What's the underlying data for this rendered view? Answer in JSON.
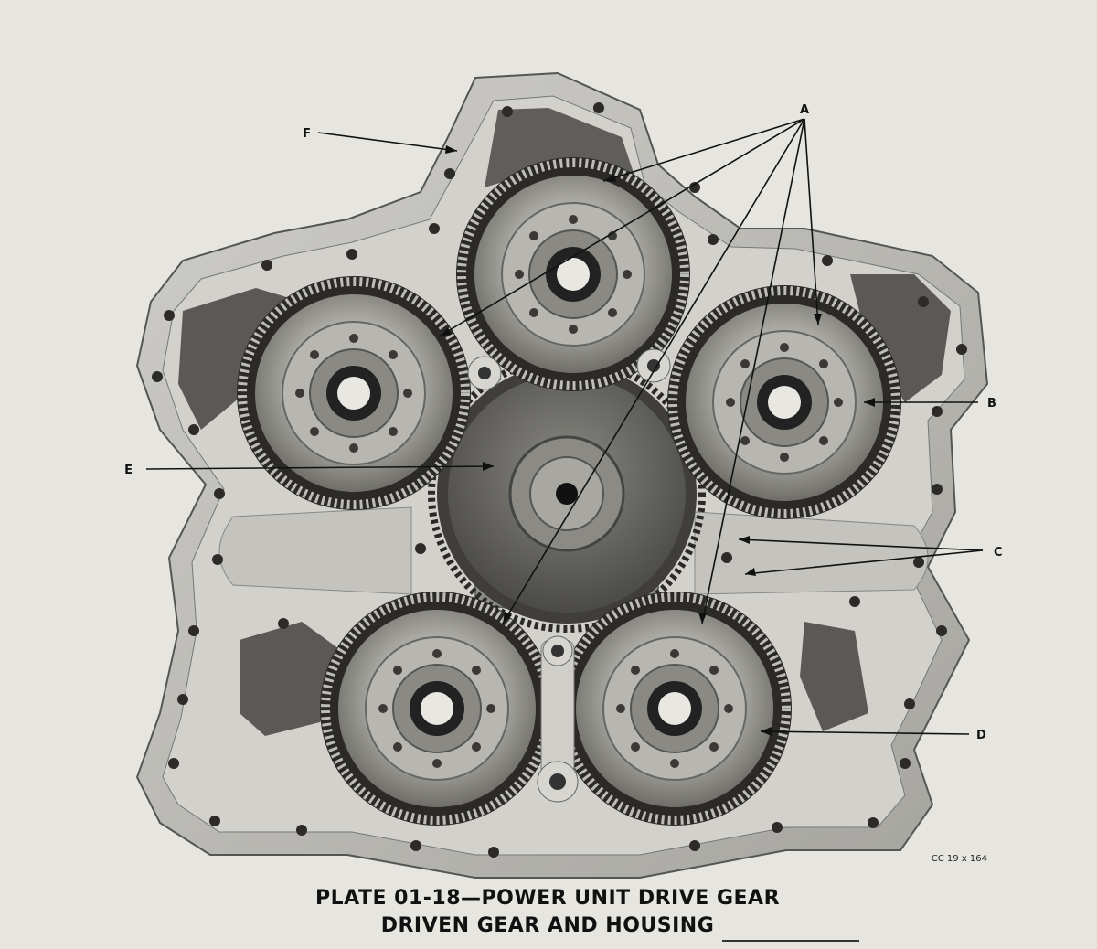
{
  "figure": {
    "caption_line1": "PLATE 01-18—POWER UNIT DRIVE GEAR",
    "caption_line2": "DRIVEN GEAR AND HOUSING",
    "photo_ref": "CC 19 x 164",
    "callouts": {
      "a": "A",
      "b": "B",
      "c": "C",
      "d": "D",
      "e": "E",
      "f": "F"
    }
  }
}
